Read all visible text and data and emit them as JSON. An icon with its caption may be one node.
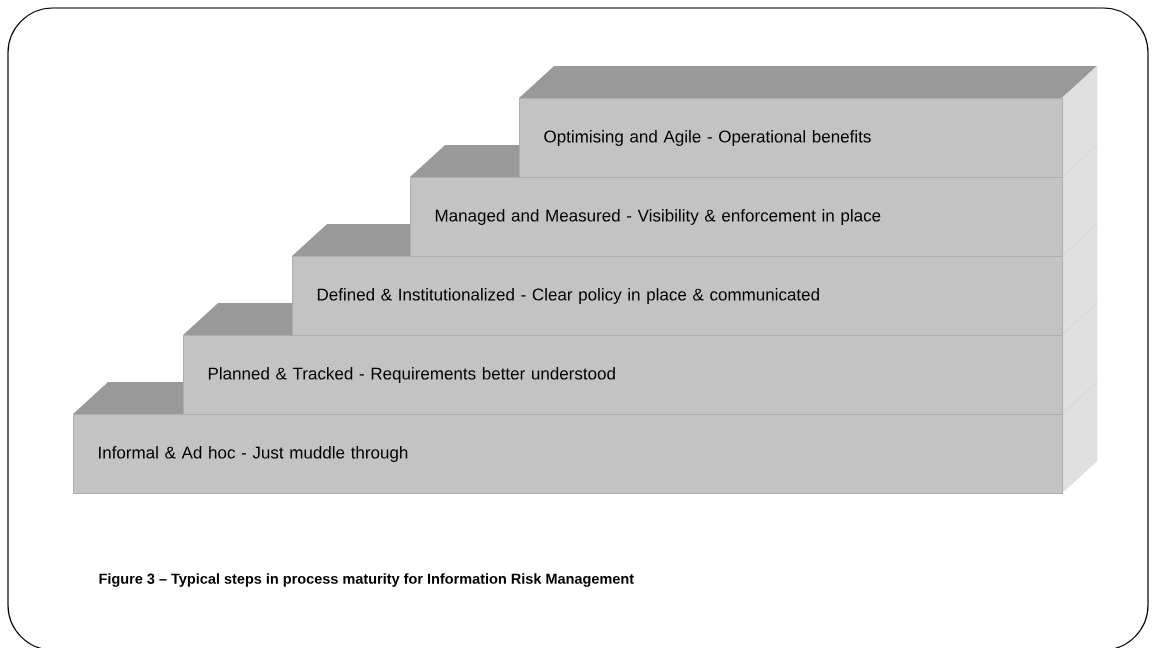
{
  "diagram": {
    "caption": "Figure 3 – Typical steps in process maturity for Information Risk Management",
    "nodes": [
      {
        "text": [
          "Optimising and Agile - Operational benefits"
        ]
      },
      {
        "text": [
          "Managed and Measured - Visibility & enforcement in place"
        ]
      },
      {
        "text": [
          "Defined & Institutionalized - Clear policy in place & communicated"
        ]
      },
      {
        "text": [
          "Planned & Tracked - Requirements better understood"
        ]
      },
      {
        "text": [
          "Informal & Ad hoc - Just muddle through"
        ]
      }
    ]
  }
}
